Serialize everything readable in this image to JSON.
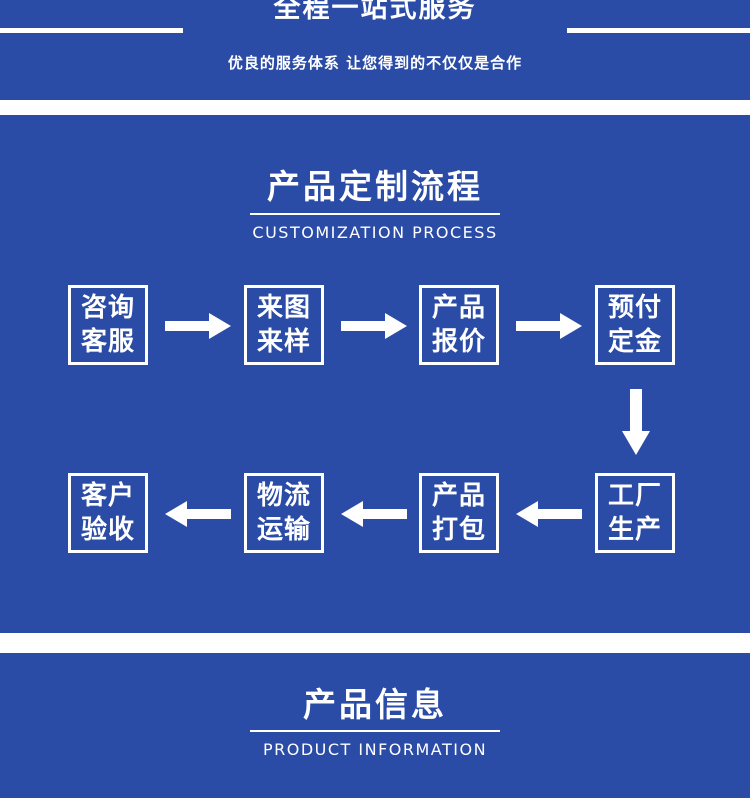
{
  "header": {
    "title": "全程一站式服务",
    "subtitle": "优良的服务体系  让您得到的不仅仅是合作"
  },
  "process": {
    "title": "产品定制流程",
    "subtitle": "CUSTOMIZATION PROCESS",
    "steps": [
      {
        "line1": "咨询",
        "line2": "客服"
      },
      {
        "line1": "来图",
        "line2": "来样"
      },
      {
        "line1": "产品",
        "line2": "报价"
      },
      {
        "line1": "预付",
        "line2": "定金"
      },
      {
        "line1": "工厂",
        "line2": "生产"
      },
      {
        "line1": "产品",
        "line2": "打包"
      },
      {
        "line1": "物流",
        "line2": "运输"
      },
      {
        "line1": "客户",
        "line2": "验收"
      }
    ]
  },
  "info": {
    "title": "产品信息",
    "subtitle": "PRODUCT INFORMATION"
  },
  "colors": {
    "background": "#2a4ba6",
    "foreground": "#ffffff"
  }
}
